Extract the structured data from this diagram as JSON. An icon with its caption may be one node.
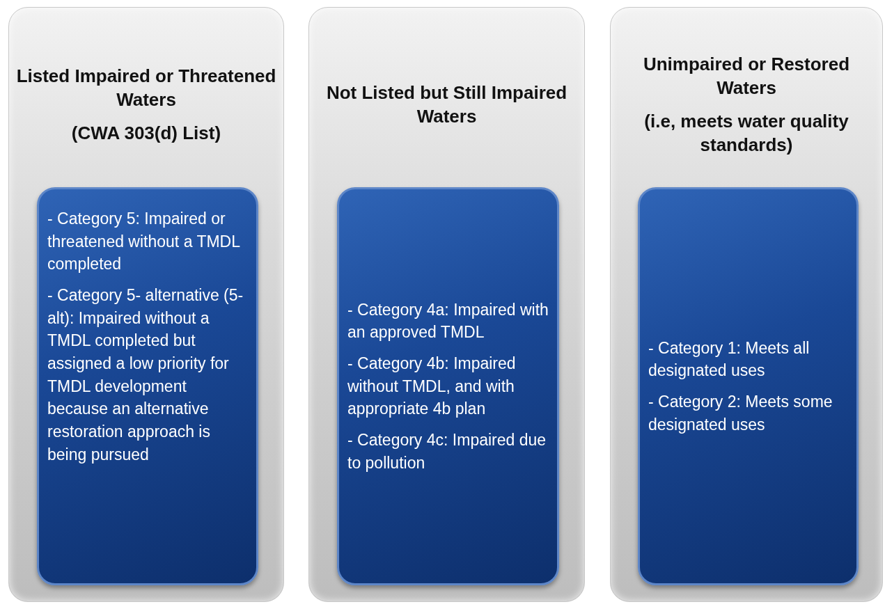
{
  "diagram": {
    "nodes": [
      {
        "text": [
          "Listed Impaired or Threatened Waters",
          "(CWA 303(d) List)"
        ]
      },
      {
        "text": [
          "- Category 5: Impaired or threatened without a TMDL completed",
          "- Category 5- alternative (5-alt): Impaired without a TMDL completed but assigned a low priority for TMDL development because an alternative restoration approach is being pursued"
        ],
        "in": 0
      },
      {
        "text": [
          "Not Listed but Still Impaired Waters"
        ]
      },
      {
        "text": [
          "- Category 4a: Impaired with an approved TMDL",
          "- Category 4b: Impaired without TMDL, and with appropriate 4b plan",
          "- Category 4c: Impaired due to pollution"
        ],
        "in": 2
      },
      {
        "text": [
          "Unimpaired or Restored Waters",
          "(i.e, meets water quality standards)"
        ]
      },
      {
        "text": [
          "- Category 1: Meets all designated uses",
          "- Category 2: Meets some designated uses"
        ],
        "in": 4
      }
    ]
  }
}
